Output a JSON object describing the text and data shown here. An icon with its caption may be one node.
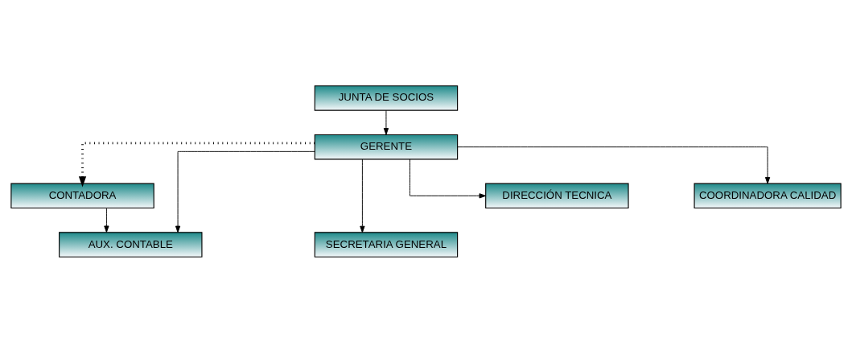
{
  "diagram": {
    "nodes": [
      {
        "text": [
          "JUNTA DE SOCIOS"
        ]
      },
      {
        "text": [
          "GERENTE"
        ]
      },
      {
        "text": [
          "CONTADORA"
        ]
      },
      {
        "text": [
          "AUX. CONTABLE"
        ]
      },
      {
        "text": [
          "SECRETARIA GENERAL"
        ]
      },
      {
        "text": [
          "DIRECCIÓN TECNICA"
        ]
      },
      {
        "text": [
          "COORDINADORA CALIDAD"
        ]
      }
    ],
    "edges": [
      {
        "from": 0,
        "to": 1,
        "arrow": "to"
      },
      {
        "from": 1,
        "to": 2,
        "arrow": "to",
        "style": "dashed"
      },
      {
        "from": 2,
        "to": 3,
        "arrow": "to"
      },
      {
        "from": 1,
        "to": 3,
        "arrow": "to"
      },
      {
        "from": 1,
        "to": 4,
        "arrow": "to"
      },
      {
        "from": 1,
        "to": 5,
        "arrow": "to"
      },
      {
        "from": 1,
        "to": 6,
        "arrow": "to"
      }
    ]
  }
}
